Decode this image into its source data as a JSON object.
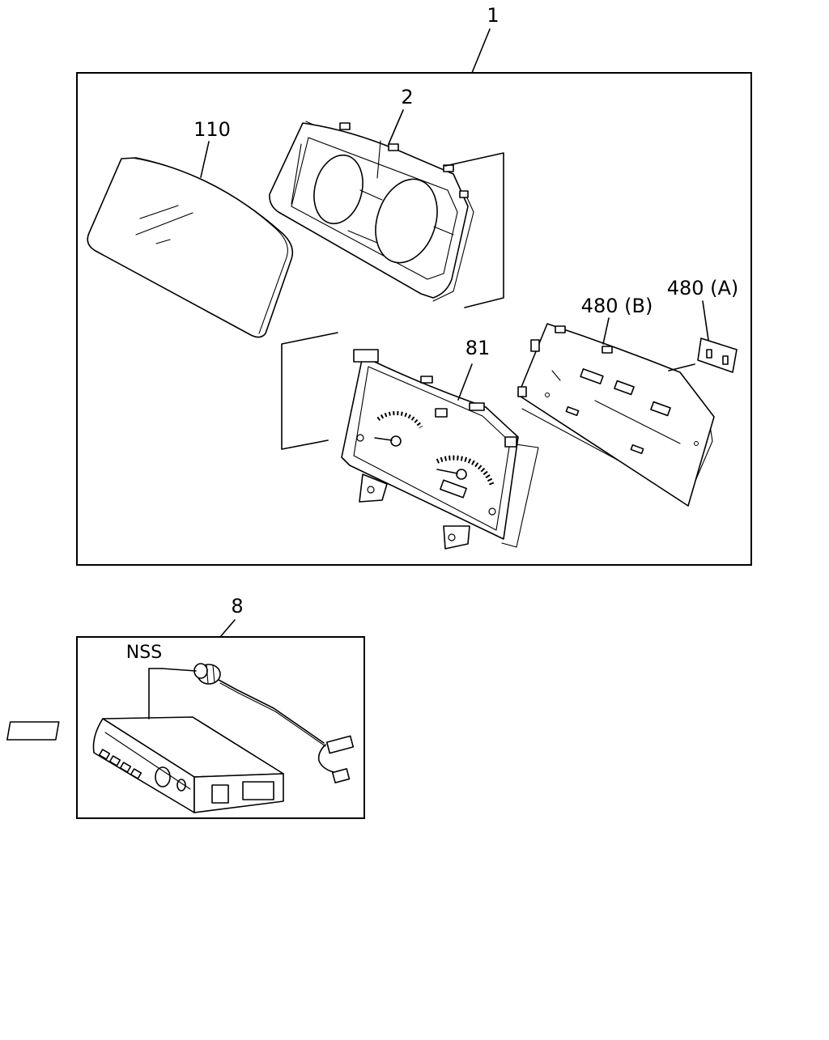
{
  "diagram": {
    "callouts": {
      "assembly": "1",
      "bezel": "2",
      "lens": "110",
      "dial_plate": "81",
      "circuit_board": "480 (B)",
      "sub_board": "480 (A)",
      "audio_unit": "8",
      "nss": "NSS"
    }
  }
}
